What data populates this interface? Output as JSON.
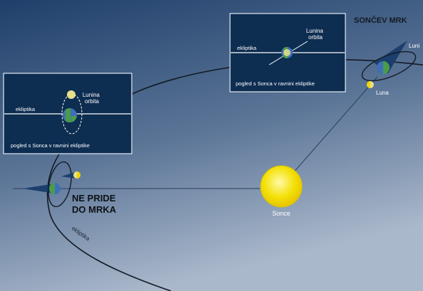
{
  "colors": {
    "background_top": "#1f3f6a",
    "background_bottom": "#aab8cb",
    "inset_box": "#0d2d51",
    "sun": "#f4e10a",
    "moon": "#e7e08c",
    "earth_ocean": "#3f6fb8",
    "earth_land": "#4b9c49",
    "shadow_cone": "#1c3f6c",
    "orbit_line": "#141a24"
  },
  "labels": {
    "solar_eclipse": "SONČEV MRK",
    "no_eclipse_line1": "NE PRIDE",
    "no_eclipse_line2": "DO MRKA",
    "sun": "Sonce",
    "moon": "Luna",
    "moon_orbit_right_fragment": "Luni",
    "ecliptic_on_orbit": "ekliptika"
  },
  "inset_left": {
    "ecliptic_label": "ekliptika",
    "moon_orbit_line1": "Lunina",
    "moon_orbit_line2": "orbita",
    "caption": "pogled s Sonca v ravnini ekliptike"
  },
  "inset_right": {
    "ecliptic_label": "ekliptika",
    "moon_orbit_line1": "Lunina",
    "moon_orbit_line2": "orbita",
    "caption": "pogled s Sonca v ravnini ekliptike"
  }
}
